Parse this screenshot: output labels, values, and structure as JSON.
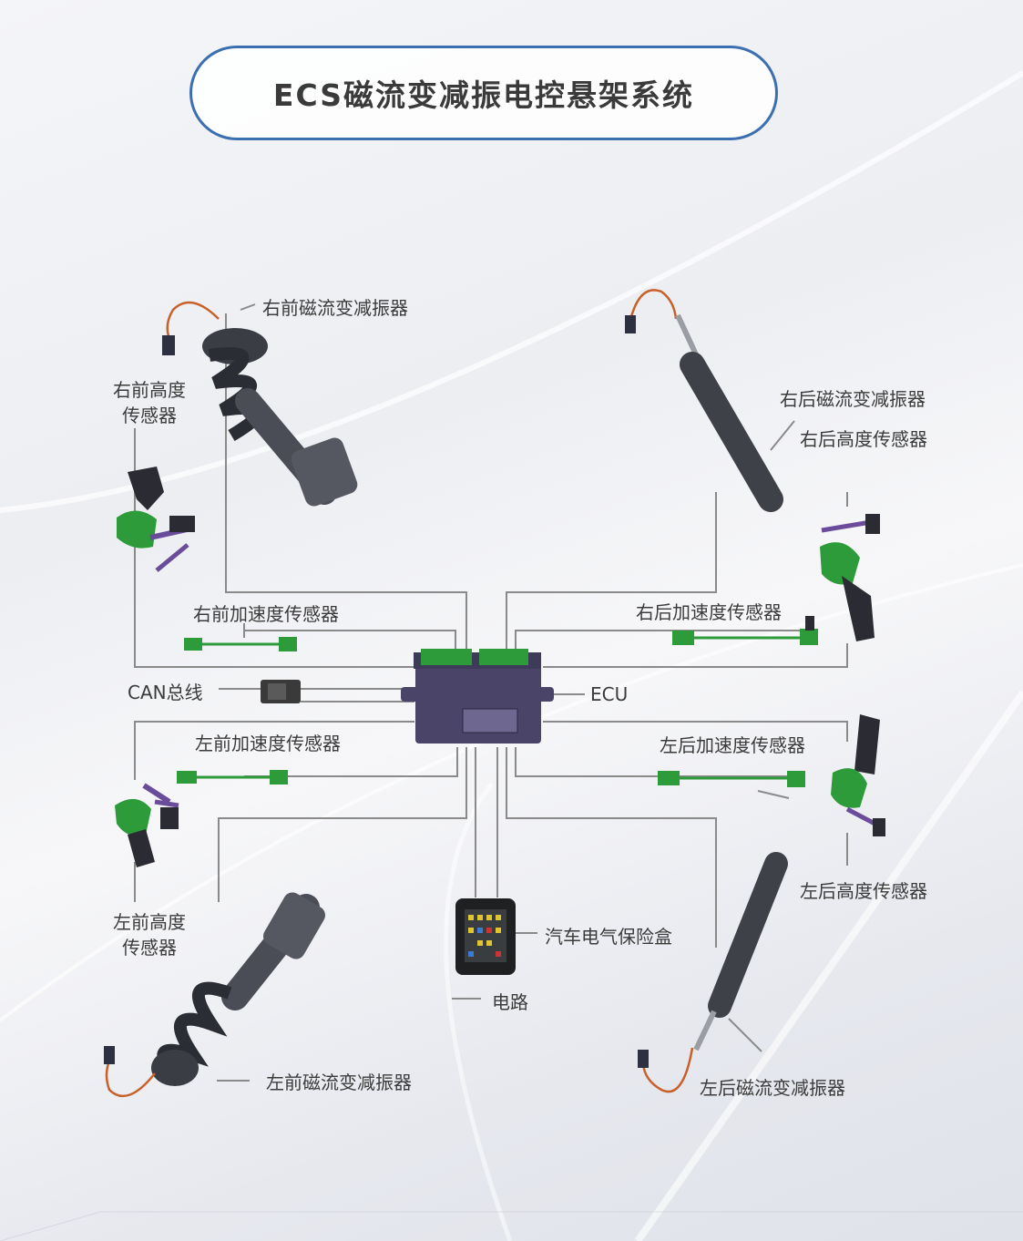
{
  "title": "ECS磁流变减振电控悬架系统",
  "labels": {
    "fr_damper": "右前磁流变减振器",
    "fr_height_1": "右前高度",
    "fr_height_2": "传感器",
    "rr_damper": "右后磁流变减振器",
    "rr_height": "右后高度传感器",
    "fr_accel": "右前加速度传感器",
    "rr_accel": "右后加速度传感器",
    "can": "CAN总线",
    "ecu": "ECU",
    "fl_accel": "左前加速度传感器",
    "rl_accel": "左后加速度传感器",
    "fl_height_1": "左前高度",
    "fl_height_2": "传感器",
    "rl_height": "左后高度传感器",
    "fuse_box": "汽车电气保险盒",
    "circuit": "电路",
    "fl_damper": "左前磁流变减振器",
    "rl_damper": "左后磁流变减振器"
  },
  "colors": {
    "sensor_green": "#2e9b3a",
    "ecu_body": "#4a4468",
    "wire_gray": "#8a8a8a",
    "title_border": "#3c6fb0",
    "cable_orange": "#c8602a"
  }
}
